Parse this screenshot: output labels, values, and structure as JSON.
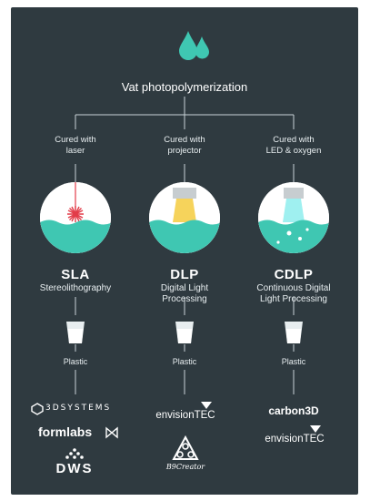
{
  "title": "Vat photopolymerization",
  "colors": {
    "background": "#2f3a40",
    "liquid": "#3fc7b2",
    "accent_red": "#e23c49",
    "light_yellow": "#f6d35b",
    "light_cyan": "#9ff0f0"
  },
  "icons": {
    "top": "resin-drops-icon",
    "cup": "cup-icon"
  },
  "columns": [
    {
      "method": [
        "Cured with",
        "laser"
      ],
      "abbr": "SLA",
      "full": [
        "Stereolithography"
      ],
      "material": "Plastic",
      "brands": [
        "3DSYSTEMS",
        "formlabs",
        "DWS"
      ]
    },
    {
      "method": [
        "Cured with",
        "projector"
      ],
      "abbr": "DLP",
      "full": [
        "Digital Light",
        "Processing"
      ],
      "material": "Plastic",
      "brands": [
        "envisionTEC",
        "B9Creator"
      ]
    },
    {
      "method": [
        "Cured with",
        "LED & oxygen"
      ],
      "abbr": "CDLP",
      "full": [
        "Continuous Digital",
        "Light Processing"
      ],
      "material": "Plastic",
      "brands": [
        "carbon3D",
        "envisionTEC"
      ]
    }
  ]
}
